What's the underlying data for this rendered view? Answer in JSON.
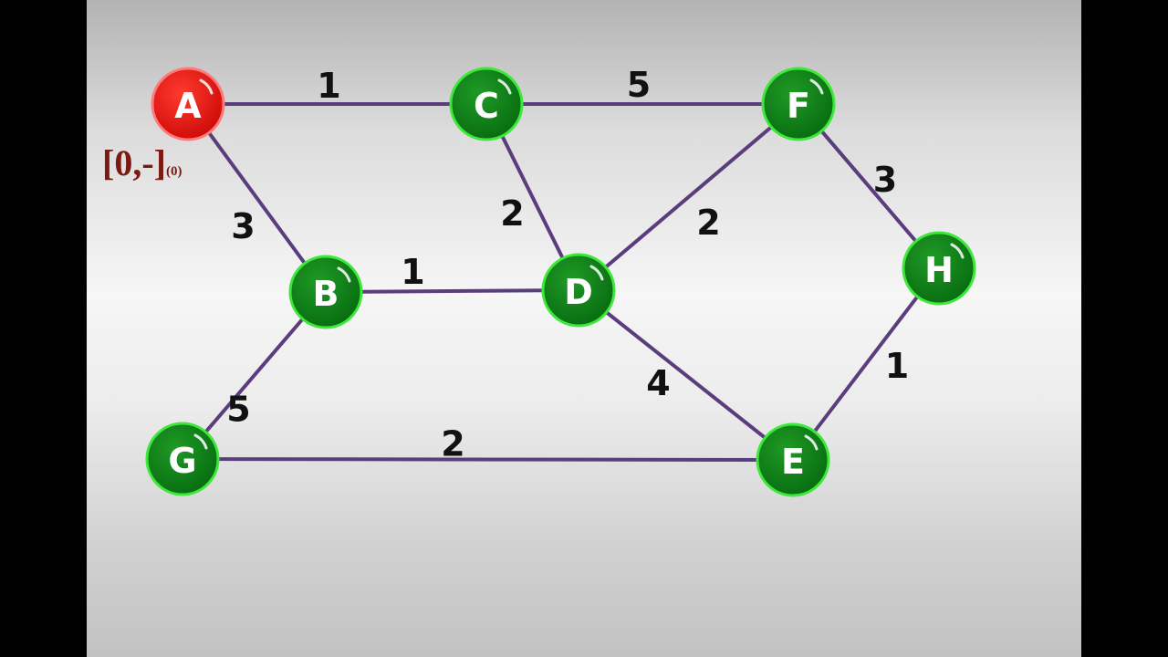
{
  "colors": {
    "edge": "#5a3d7c",
    "node_fill": "#0b7a14",
    "node_stroke": "#3ee83a",
    "start_fill": "#e3100f",
    "start_stroke": "#ff7a7a",
    "annotation": "#7a1a12"
  },
  "nodes": [
    {
      "id": "A",
      "label": "A",
      "start": true
    },
    {
      "id": "B",
      "label": "B"
    },
    {
      "id": "C",
      "label": "C"
    },
    {
      "id": "D",
      "label": "D"
    },
    {
      "id": "E",
      "label": "E"
    },
    {
      "id": "F",
      "label": "F"
    },
    {
      "id": "G",
      "label": "G"
    },
    {
      "id": "H",
      "label": "H"
    }
  ],
  "edges": [
    {
      "from": "A",
      "to": "C",
      "weight": "1"
    },
    {
      "from": "C",
      "to": "F",
      "weight": "5"
    },
    {
      "from": "A",
      "to": "B",
      "weight": "3"
    },
    {
      "from": "C",
      "to": "D",
      "weight": "2"
    },
    {
      "from": "D",
      "to": "F",
      "weight": "2"
    },
    {
      "from": "F",
      "to": "H",
      "weight": "3"
    },
    {
      "from": "B",
      "to": "D",
      "weight": "1"
    },
    {
      "from": "B",
      "to": "G",
      "weight": "5"
    },
    {
      "from": "D",
      "to": "E",
      "weight": "4"
    },
    {
      "from": "H",
      "to": "E",
      "weight": "1"
    },
    {
      "from": "G",
      "to": "E",
      "weight": "2"
    }
  ],
  "annotation": {
    "node": "A",
    "main": "[0,-]",
    "sub": "(0)"
  }
}
